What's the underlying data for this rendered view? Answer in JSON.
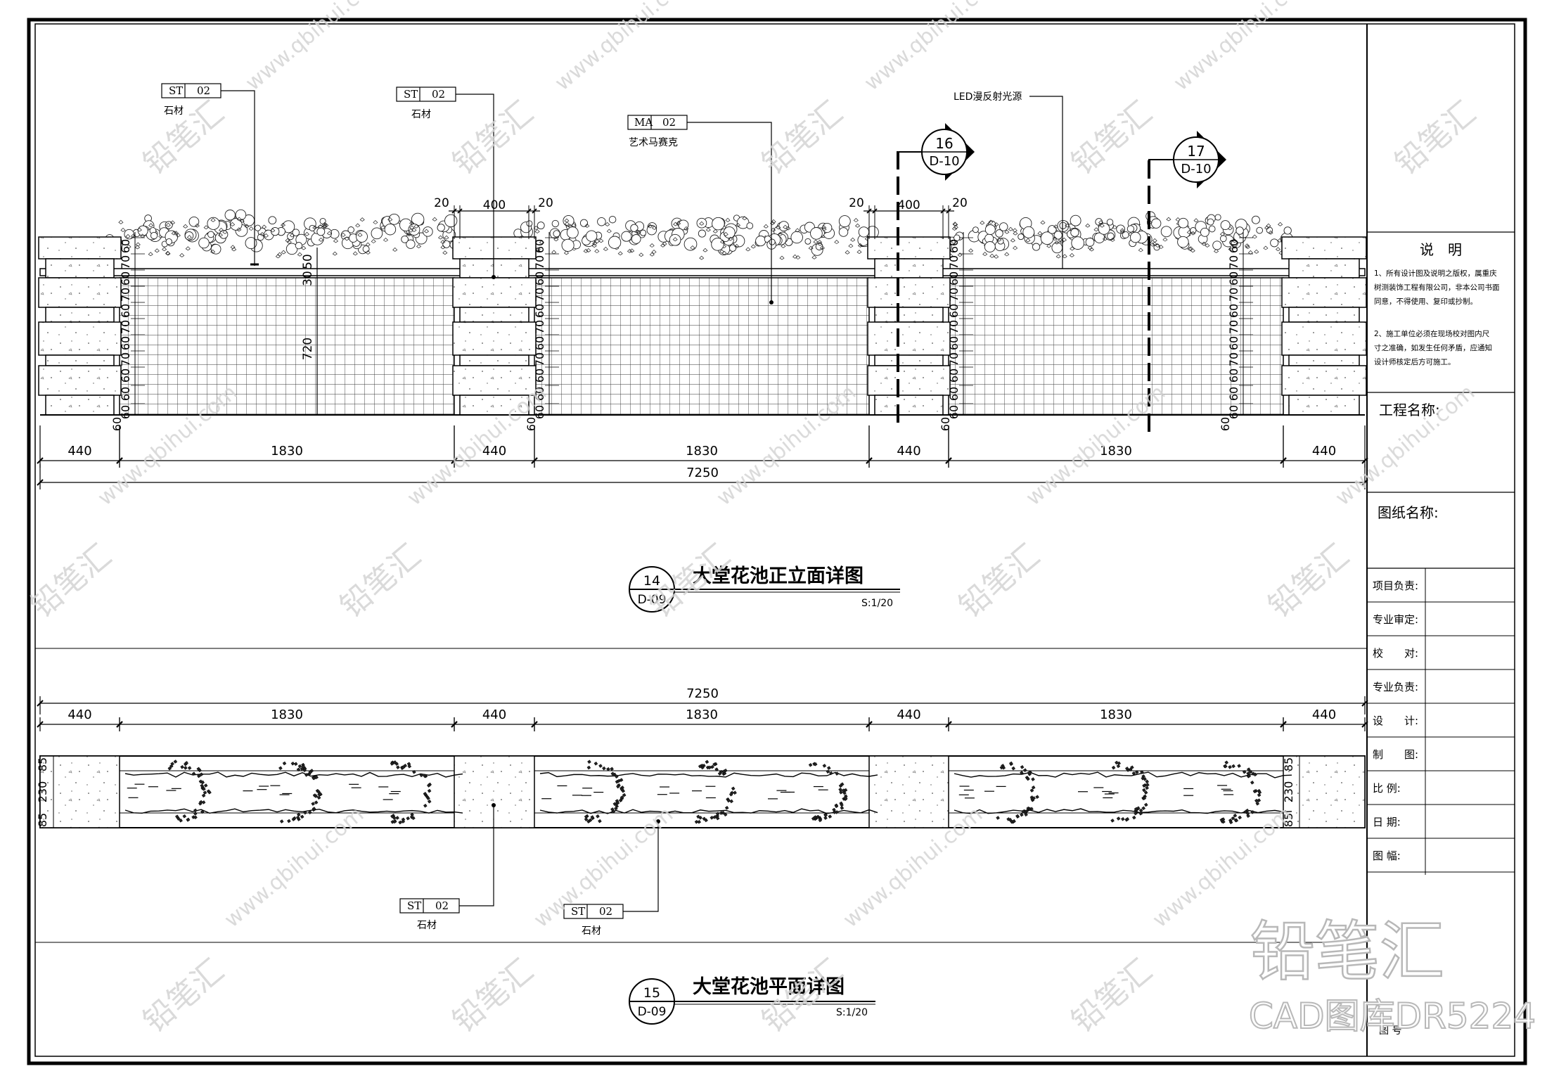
{
  "elevation": {
    "title": "大堂花池正立面详图",
    "scale": "S:1/20",
    "callout_num": "14",
    "callout_sheet": "D-09",
    "total_dim": "7250",
    "segment_dims": [
      "440",
      "1830",
      "440",
      "1830",
      "440",
      "1830",
      "440"
    ],
    "column_top_dims": {
      "left": "20",
      "mid": "400",
      "right": "20"
    },
    "height_dim": "720",
    "soil_dims": [
      "30",
      "50"
    ],
    "brick_course_dims": [
      "60",
      "70",
      "60",
      "70",
      "60",
      "70",
      "60",
      "70",
      "60",
      "60",
      "60"
    ],
    "labels": [
      {
        "code": "ST",
        "num": "02",
        "text": "石材"
      },
      {
        "code": "ST",
        "num": "02",
        "text": "石材"
      },
      {
        "code": "MA",
        "num": "02",
        "text": "艺术马赛克"
      },
      {
        "code": "",
        "num": "",
        "text": "LED漫反射光源"
      }
    ],
    "section_marks": [
      {
        "num": "16",
        "sheet": "D-10"
      },
      {
        "num": "17",
        "sheet": "D-10"
      }
    ]
  },
  "plan": {
    "title": "大堂花池平面详图",
    "scale": "S:1/20",
    "callout_num": "15",
    "callout_sheet": "D-09",
    "total_dim": "7250",
    "segment_dims": [
      "440",
      "1830",
      "440",
      "1830",
      "440",
      "1830",
      "440"
    ],
    "depth_dims": [
      "85",
      "230",
      "85"
    ],
    "labels": [
      {
        "code": "ST",
        "num": "02",
        "text": "石材"
      },
      {
        "code": "ST",
        "num": "02",
        "text": "石材"
      }
    ]
  },
  "title_block": {
    "notes_title": "说　明",
    "notes": [
      "1、所有设计图及说明之版权，属重庆",
      "树测装饰工程有限公司，非本公司书面",
      "同意，不得使用、复印或抄制。",
      "2、施工单位必须在现场校对图内尺",
      "寸之准确，如发生任何矛盾，应通知",
      "设计师核定后方可施工。"
    ],
    "project_name_label": "工程名称:",
    "drawing_name_label": "图纸名称:",
    "rows": [
      "项目负责:",
      "专业审定:",
      "校　　对:",
      "专业负责:",
      "设　　计:",
      "制　　图:",
      "比 例:",
      "日 期:",
      "图 幅:"
    ],
    "sheet_no_label": "图 号"
  },
  "watermark": {
    "brand": "铅笔汇",
    "url": "www.qbihui.com",
    "stamp_line1": "铅笔汇",
    "stamp_line2": "CAD图库DR5224"
  }
}
